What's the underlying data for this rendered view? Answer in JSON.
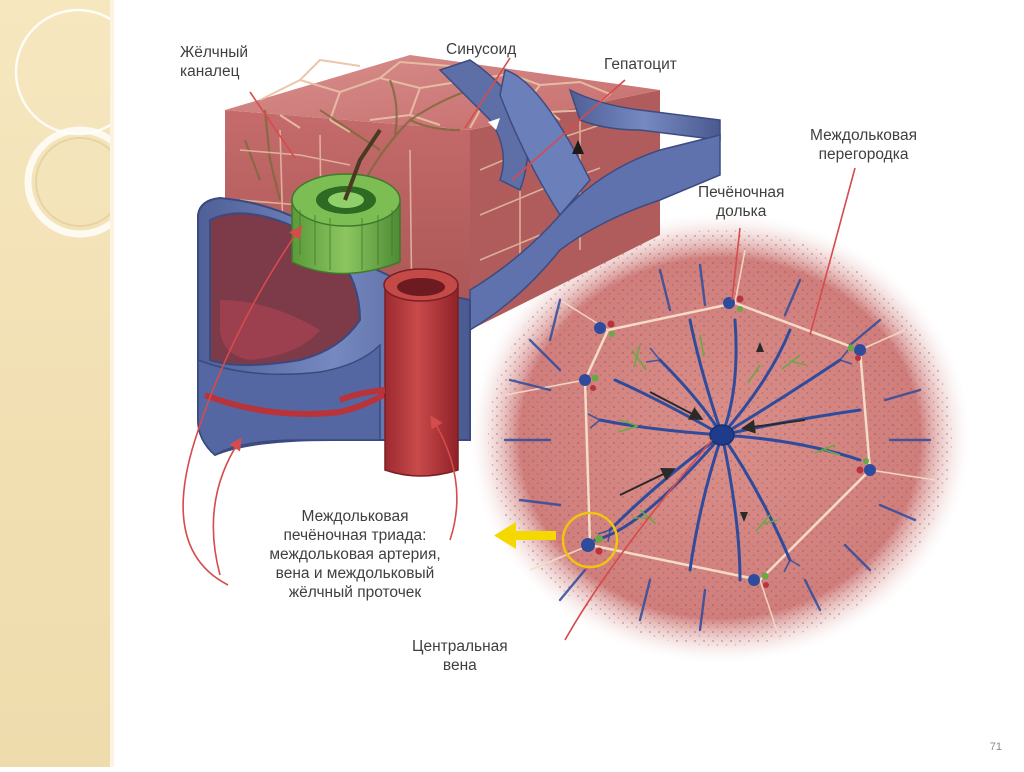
{
  "slide": {
    "page_number": "71",
    "labels": {
      "bile_canaliculus": [
        "Жёлчный",
        "каналец"
      ],
      "sinusoid": "Синусоид",
      "hepatocyte": "Гепатоцит",
      "interlobular_septum": [
        "Междольковая",
        "перегородка"
      ],
      "hepatic_lobule": [
        "Печёночная",
        "долька"
      ],
      "triad": [
        "Междольковая",
        "печёночная триада:",
        "междольковая артерия,",
        "вена и междольковый",
        "жёлчный проточек"
      ],
      "central_vein": [
        "Центральная",
        "вена"
      ]
    }
  },
  "colors": {
    "sidebar": "#f3e2b6",
    "hepatocyte_pink": "#c97878",
    "vein_blue": "#5b6fa8",
    "artery_red": "#b8333a",
    "bile_duct_green": "#6fb04a",
    "leader_line": "#d64b4b",
    "arrow_yellow": "#f5d800"
  }
}
